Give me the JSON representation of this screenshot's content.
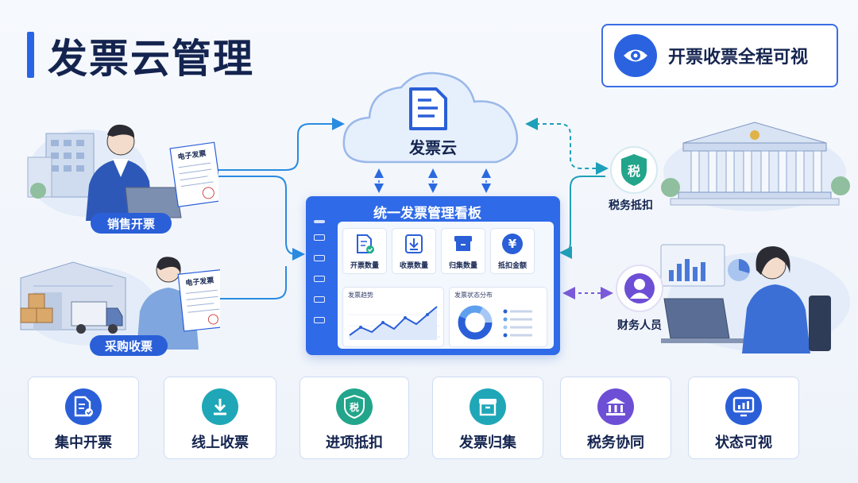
{
  "title": "发票云管理",
  "badge": {
    "text": "开票收票全程可视",
    "icon": "eye-icon"
  },
  "cloud": {
    "label": "发票云",
    "icon": "document-icon"
  },
  "left_scenes": [
    {
      "label": "销售开票",
      "doc_title": "电子发票"
    },
    {
      "label": "采购收票",
      "doc_title": "电子发票"
    }
  ],
  "right_nodes": {
    "tax": {
      "label": "税务抵扣",
      "icon_text": "税"
    },
    "finance": {
      "label": "财务人员"
    }
  },
  "dashboard": {
    "title": "统一发票管理看板",
    "stats": [
      {
        "label": "开票数量",
        "icon": "invoice-check-icon"
      },
      {
        "label": "收票数量",
        "icon": "download-icon"
      },
      {
        "label": "归集数量",
        "icon": "archive-icon"
      },
      {
        "label": "抵扣金额",
        "icon": "yen-icon",
        "symbol": "¥"
      }
    ],
    "trend_title": "发票趋势",
    "status_title": "发票状态分布"
  },
  "features": [
    {
      "label": "集中开票",
      "icon": "invoice-check-icon",
      "color": "#2a5fd8"
    },
    {
      "label": "线上收票",
      "icon": "download-icon",
      "color": "#1fa7b8"
    },
    {
      "label": "进项抵扣",
      "icon": "tax-shield-icon",
      "color": "#22a58a",
      "icon_text": "税"
    },
    {
      "label": "发票归集",
      "icon": "archive-icon",
      "color": "#1fa7b8"
    },
    {
      "label": "税务协同",
      "icon": "bank-icon",
      "color": "#6d4fd6"
    },
    {
      "label": "状态可视",
      "icon": "monitor-chart-icon",
      "color": "#2a5fd8"
    }
  ],
  "colors": {
    "primary": "#2a5fd8",
    "teal": "#1fa7b8",
    "green": "#22a58a",
    "purple": "#6d4fd6",
    "navy": "#14244f"
  }
}
